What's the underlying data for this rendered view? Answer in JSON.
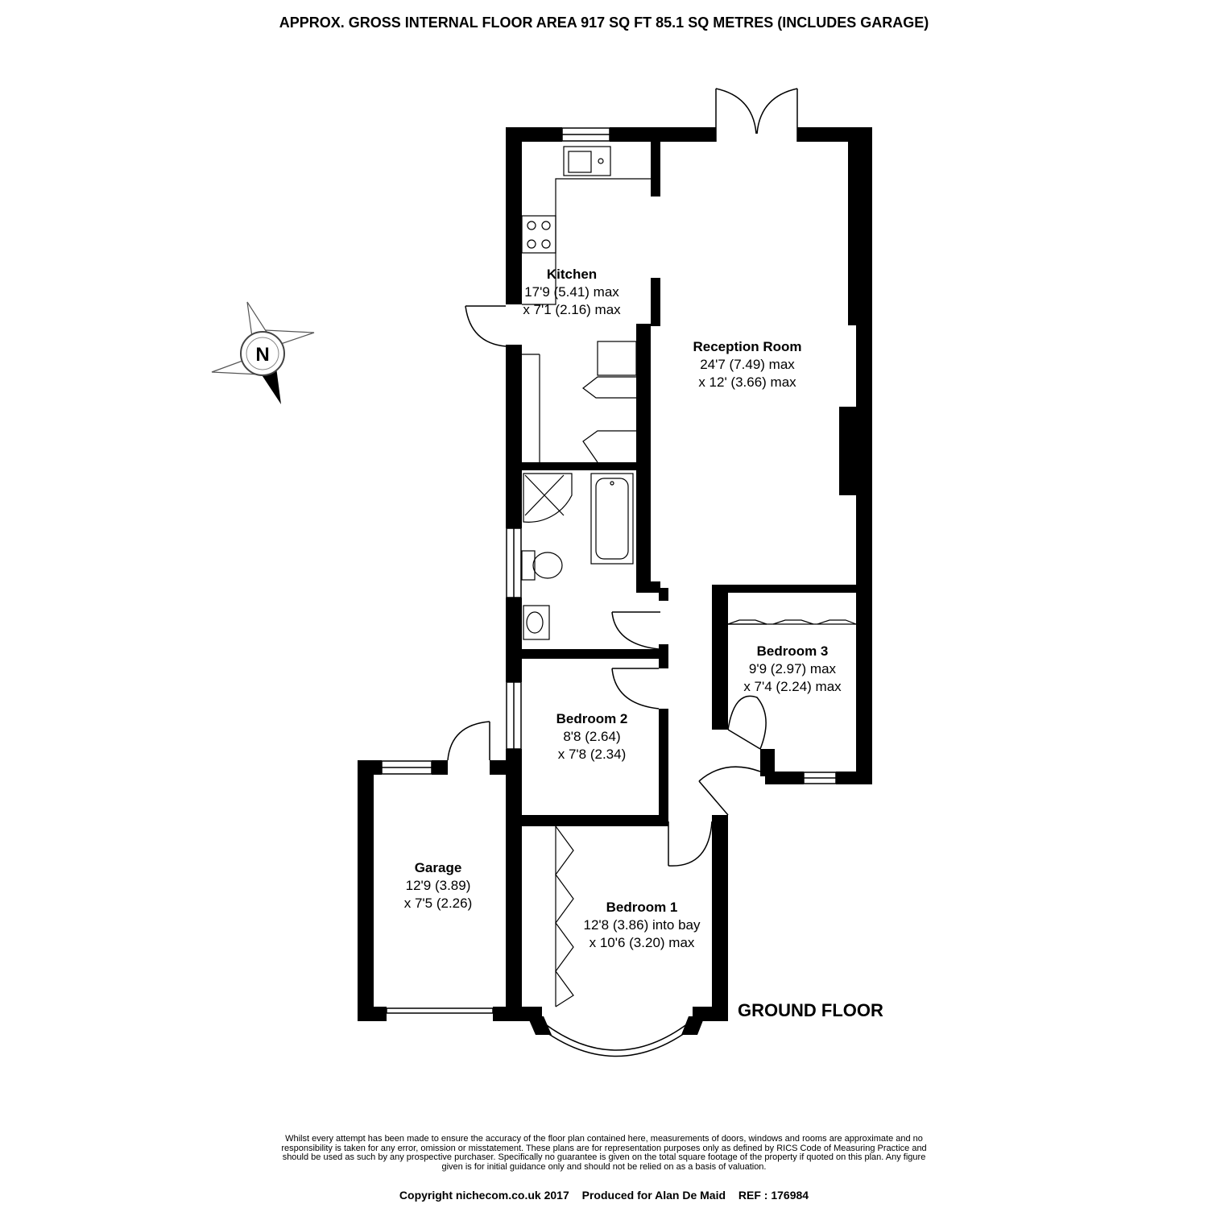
{
  "header": {
    "area_text": "APPROX. GROSS INTERNAL FLOOR AREA 917 SQ FT 85.1 SQ METRES (INCLUDES GARAGE)"
  },
  "floor_label": "GROUND FLOOR",
  "compass": {
    "letter": "N",
    "icon": "compass-north-icon"
  },
  "rooms": {
    "kitchen": {
      "name": "Kitchen",
      "line1": "17'9 (5.41) max",
      "line2": "x 7'1 (2.16) max"
    },
    "reception": {
      "name": "Reception Room",
      "line1": "24'7 (7.49) max",
      "line2": "x 12' (3.66) max"
    },
    "bedroom3": {
      "name": "Bedroom 3",
      "line1": "9'9 (2.97) max",
      "line2": "x 7'4 (2.24) max"
    },
    "bedroom2": {
      "name": "Bedroom 2",
      "line1": "8'8 (2.64)",
      "line2": "x 7'8 (2.34)"
    },
    "garage": {
      "name": "Garage",
      "line1": "12'9 (3.89)",
      "line2": "x 7'5 (2.26)"
    },
    "bedroom1": {
      "name": "Bedroom 1",
      "line1": "12'8 (3.86) into bay",
      "line2": "x 10'6 (3.20) max"
    }
  },
  "disclaimer": "Whilst every attempt has been made to ensure the accuracy of the floor plan contained here, measurements of doors, windows and rooms are approximate and no responsibility is taken for any error, omission or misstatement. These plans are for representation purposes only as defined by RICS Code of Measuring Practice and should be used as such by any prospective purchaser. Specifically no guarantee is given on the total square footage of the property if quoted on this plan. Any figure given is for initial guidance only and should not be relied on as a basis of valuation.",
  "footer": {
    "copyright": "Copyright nichecom.co.uk 2017",
    "produced_for": "Produced for Alan De Maid",
    "ref": "REF :  176984"
  }
}
